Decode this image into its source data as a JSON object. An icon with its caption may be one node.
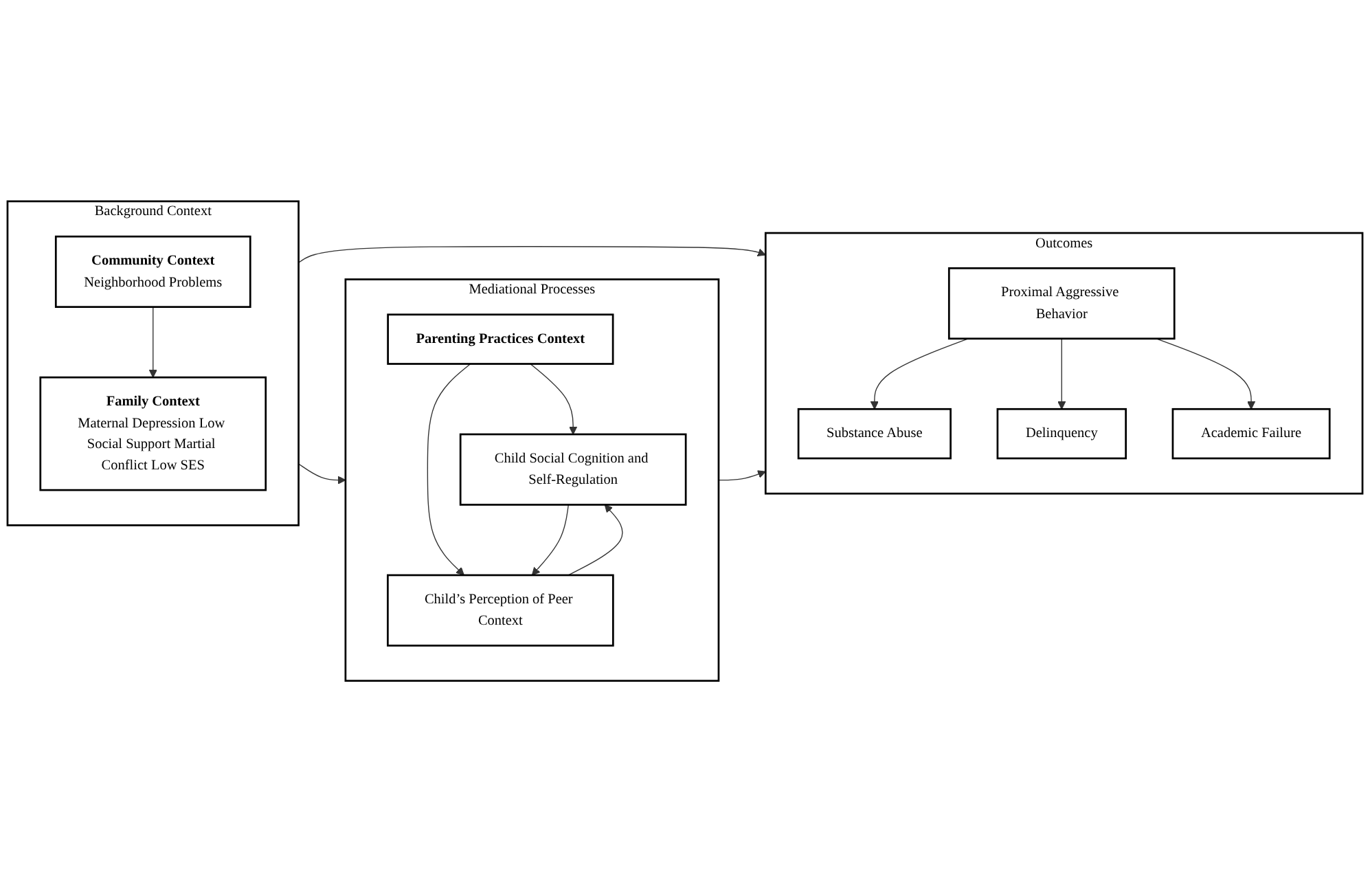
{
  "diagram": {
    "nodes": [
      {
        "text": [
          "Background Context"
        ]
      },
      {
        "text": [
          "Community Context",
          "Neighborhood Problems"
        ],
        "in": 0
      },
      {
        "text": [
          "Family Context",
          "Maternal Depression Low Social Support Martial Conflict Low SES"
        ],
        "in": 0
      },
      {
        "text": [
          "Mediational Processes"
        ]
      },
      {
        "text": [
          "Parenting Practices Context"
        ],
        "in": 3
      },
      {
        "text": [
          "Child Social Cognition and Self-Regulation"
        ],
        "in": 3
      },
      {
        "text": [
          "Child’s Perception of Peer Context"
        ],
        "in": 3
      },
      {
        "text": [
          "Outcomes"
        ]
      },
      {
        "text": [
          "Proximal Aggressive Behavior"
        ],
        "in": 7
      },
      {
        "text": [
          "Substance Abuse"
        ],
        "in": 7
      },
      {
        "text": [
          "Delinquency"
        ],
        "in": 7
      },
      {
        "text": [
          "Academic Failure"
        ],
        "in": 7
      }
    ],
    "edges": [
      {
        "from": 0,
        "to": 7,
        "arrow": "to"
      },
      {
        "from": 0,
        "to": 3,
        "arrow": "to"
      },
      {
        "from": 3,
        "to": 7,
        "arrow": "to"
      },
      {
        "from": 1,
        "to": 2,
        "arrow": "to"
      },
      {
        "from": 4,
        "to": 5,
        "arrow": "to"
      },
      {
        "from": 4,
        "to": 6,
        "arrow": "to"
      },
      {
        "from": 5,
        "to": 6,
        "arrow": "to"
      },
      {
        "from": 6,
        "to": 5,
        "arrow": "to"
      },
      {
        "from": 8,
        "to": 9,
        "arrow": "to"
      },
      {
        "from": 8,
        "to": 10,
        "arrow": "to"
      },
      {
        "from": 8,
        "to": 11,
        "arrow": "to"
      }
    ]
  }
}
